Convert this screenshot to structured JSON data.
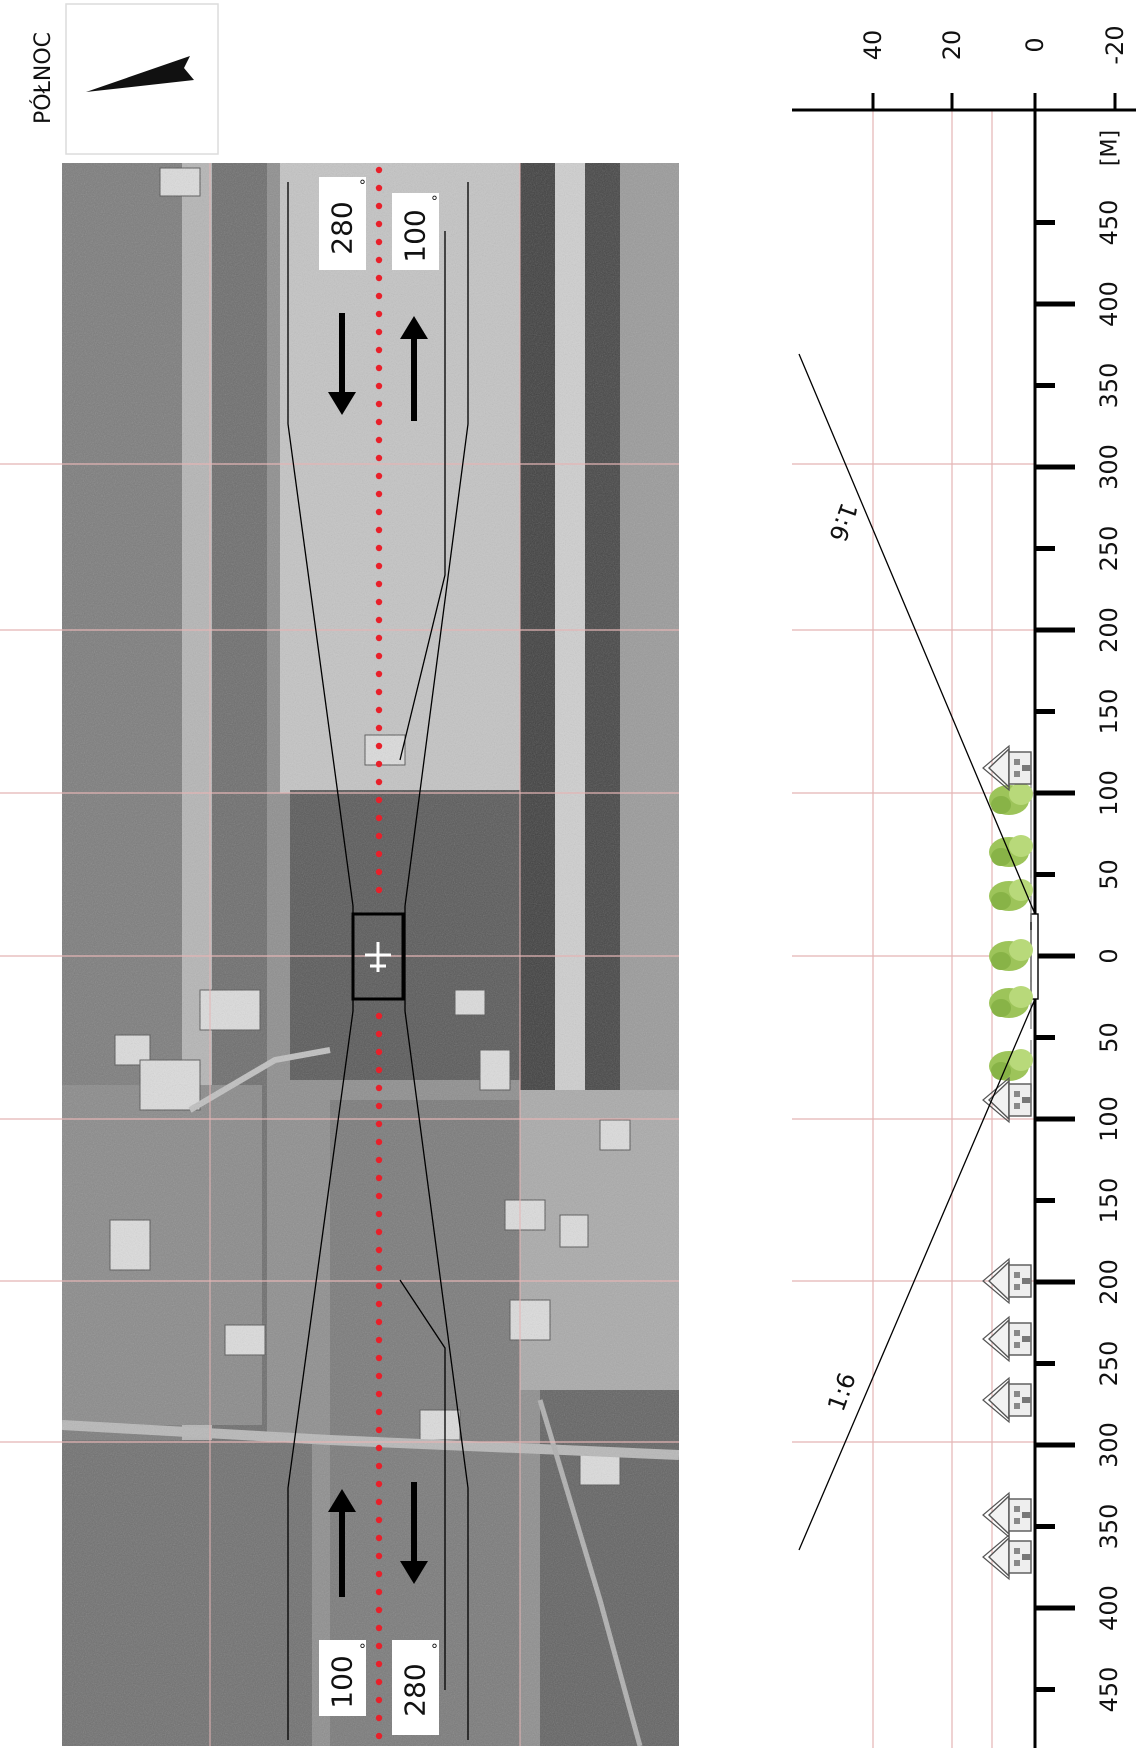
{
  "north": {
    "label": "PÓŁNOC",
    "icon": "north-arrow-icon"
  },
  "runway": {
    "headings": [
      {
        "value": "280",
        "unit": "°"
      },
      {
        "value": "100",
        "unit": "°"
      },
      {
        "value": "100",
        "unit": "°"
      },
      {
        "value": "280",
        "unit": "°"
      }
    ],
    "center_marker_icon": "airplane-cross-icon"
  },
  "profile": {
    "unit_label": "[M]",
    "height_ticks": [
      "40",
      "20",
      "0",
      "-20"
    ],
    "distance_ticks": [
      "450",
      "400",
      "350",
      "300",
      "250",
      "200",
      "150",
      "100",
      "50",
      "0",
      "50",
      "100",
      "150",
      "200",
      "250",
      "300",
      "350",
      "400",
      "450"
    ],
    "slopes": [
      {
        "label": "1:6"
      },
      {
        "label": "1:6"
      }
    ],
    "house_icons": "house-icon",
    "tree_icons": "tree-icon"
  },
  "colors": {
    "grid_line": "#e4b5b5",
    "centerline_dots": "#e8202a",
    "photo_dark": "#3f3f3f",
    "photo_light": "#bcbcbc",
    "tree_green": "#9dc45a"
  }
}
